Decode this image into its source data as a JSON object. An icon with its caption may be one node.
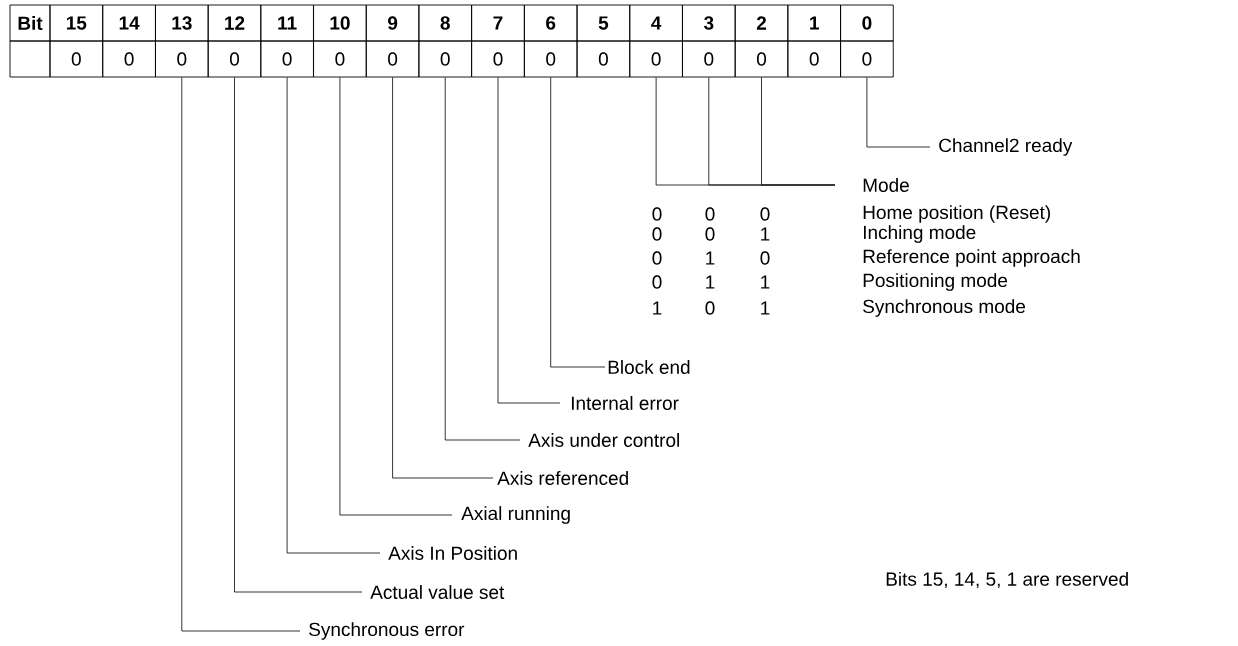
{
  "diagram": {
    "nodes": [
      {
        "text": [
          "0"
        ]
      },
      {
        "text": [
          "0"
        ]
      },
      {
        "text": [
          "0"
        ]
      },
      {
        "text": [
          "0"
        ]
      },
      {
        "text": [
          "0"
        ]
      },
      {
        "text": [
          "0"
        ]
      },
      {
        "text": [
          "0"
        ]
      },
      {
        "text": [
          "0"
        ]
      },
      {
        "text": [
          "0"
        ]
      },
      {
        "text": [
          "0"
        ]
      },
      {
        "text": [
          "0"
        ]
      },
      {
        "text": [
          "0"
        ]
      },
      {
        "text": [
          "0"
        ]
      },
      {
        "text": [
          "0"
        ]
      },
      {
        "text": [
          "0"
        ]
      },
      {
        "text": [
          "0"
        ]
      },
      {
        "text": [
          "Channel2 ready"
        ]
      },
      {
        "text": [
          "Mode"
        ]
      },
      {
        "text": [
          "Block end"
        ]
      },
      {
        "text": [
          "Internal error"
        ]
      },
      {
        "text": [
          "Axis under control"
        ]
      },
      {
        "text": [
          "Axis referenced"
        ]
      },
      {
        "text": [
          "Axial running"
        ]
      },
      {
        "text": [
          "Axis In Position"
        ]
      },
      {
        "text": [
          "Actual value set"
        ]
      },
      {
        "text": [
          "Synchronous error"
        ]
      }
    ],
    "edges": [
      {
        "from": 15,
        "to": 16,
        "arrow": "none"
      },
      {
        "from": 11,
        "to": 17,
        "arrow": "none"
      },
      {
        "from": 12,
        "to": 17,
        "arrow": "none"
      },
      {
        "from": 13,
        "to": 17,
        "arrow": "none"
      },
      {
        "from": 9,
        "to": 18,
        "arrow": "none"
      },
      {
        "from": 8,
        "to": 19,
        "arrow": "none"
      },
      {
        "from": 7,
        "to": 20,
        "arrow": "none"
      },
      {
        "from": 6,
        "to": 21,
        "arrow": "none"
      },
      {
        "from": 5,
        "to": 22,
        "arrow": "none"
      },
      {
        "from": 4,
        "to": 23,
        "arrow": "none"
      },
      {
        "from": 3,
        "to": 24,
        "arrow": "none"
      },
      {
        "from": 2,
        "to": 25,
        "arrow": "none"
      }
    ],
    "labels": [
      "Bit",
      "15",
      "14",
      "13",
      "12",
      "11",
      "10",
      "9",
      "8",
      "7",
      "6",
      "5",
      "4",
      "3",
      "2",
      "1",
      "0",
      "0",
      "0",
      "0",
      "Home position (Reset)",
      "0",
      "0",
      "1",
      "Inching mode",
      "0",
      "1",
      "0",
      "Reference point approach",
      "0",
      "1",
      "1",
      "Positioning mode",
      "1",
      "0",
      "1",
      "Synchronous mode",
      "Bits 15, 14, 5, 1 are reserved"
    ]
  }
}
